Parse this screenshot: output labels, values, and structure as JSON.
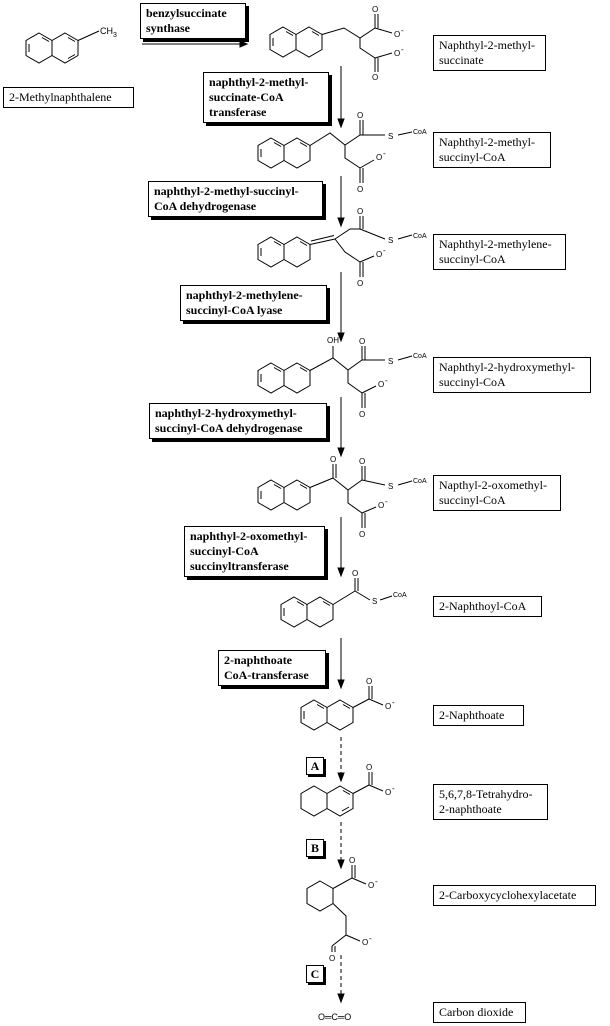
{
  "start": {
    "name": "2-Methylnaphthalene",
    "methyl": "CH",
    "methyl_sub": "3"
  },
  "compounds": [
    {
      "name": "Naphthyl-2-methyl-succinate"
    },
    {
      "name": "Naphthyl-2-methyl-succinyl-CoA"
    },
    {
      "name": "Naphthyl-2-methylene-succinyl-CoA"
    },
    {
      "name": "Naphthyl-2-hydroxymethyl-succinyl-CoA"
    },
    {
      "name": "Napthyl-2-oxomethyl-succinyl-CoA"
    },
    {
      "name": "2-Naphthoyl-CoA"
    },
    {
      "name": "2-Naphthoate"
    },
    {
      "name": "5,6,7,8-Tetrahydro-2-naphthoate"
    },
    {
      "name": "2-Carboxycyclohexylacetate"
    },
    {
      "name": "Carbon dioxide"
    }
  ],
  "enzymes": [
    {
      "name": "benzylsuccinate synthase"
    },
    {
      "name": "naphthyl-2-methyl-succinate-CoA transferase"
    },
    {
      "name": "naphthyl-2-methyl-succinyl-CoA dehydrogenase"
    },
    {
      "name": "naphthyl-2-methylene-succinyl-CoA lyase"
    },
    {
      "name": "naphthyl-2-hydroxymethyl-succinyl-CoA dehydrogenase"
    },
    {
      "name": "naphthyl-2-oxomethyl-succinyl-CoA succinyltransferase"
    },
    {
      "name": "2-naphthoate CoA-transferase"
    }
  ],
  "unknown_steps": [
    "A",
    "B",
    "C"
  ],
  "atoms": {
    "oxygen": "O",
    "charge": "-",
    "sulfur": "S",
    "coa": "CoA",
    "hydroxyl": "OH",
    "co2": "O═C═O"
  }
}
